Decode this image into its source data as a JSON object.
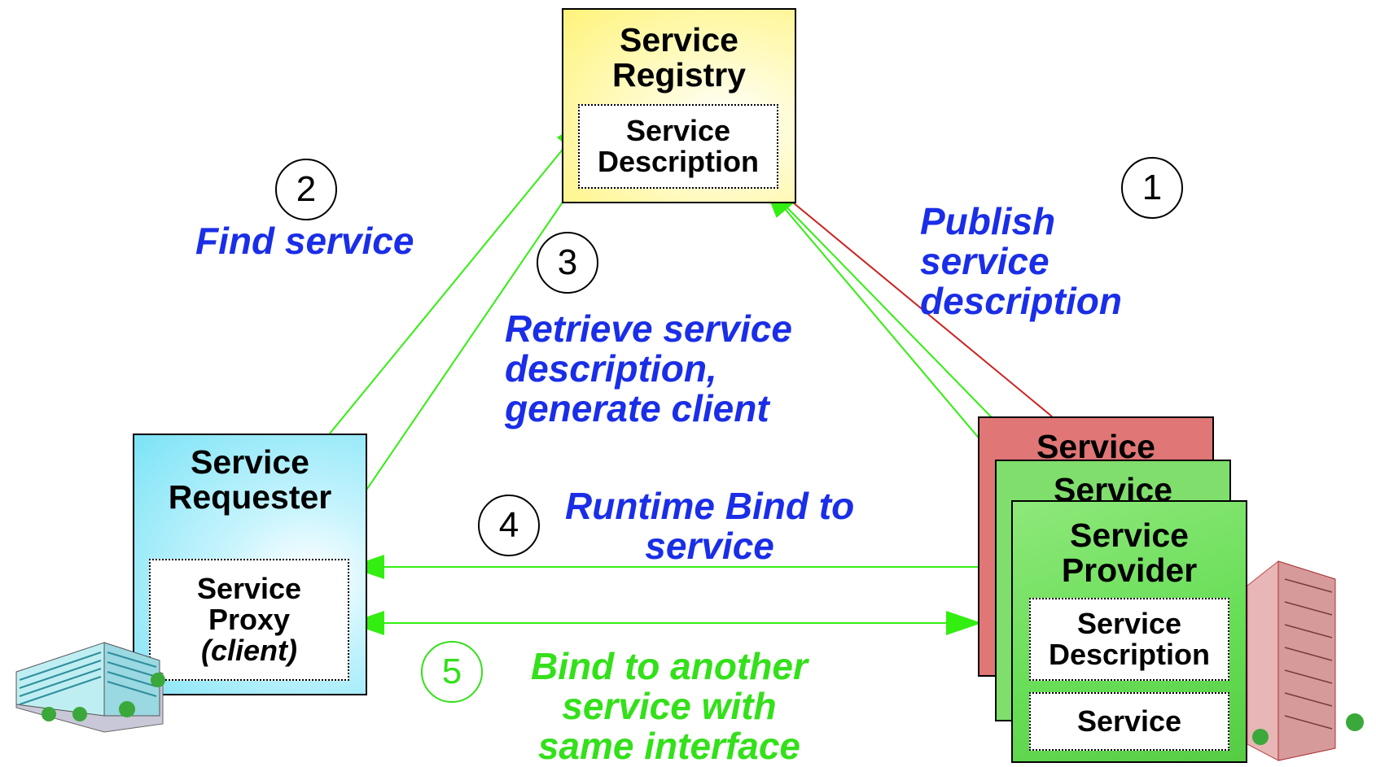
{
  "registry": {
    "title_line1": "Service",
    "title_line2": "Registry",
    "inner_line1": "Service",
    "inner_line2": "Description"
  },
  "requester": {
    "title_line1": "Service",
    "title_line2": "Requester",
    "inner_line1": "Service",
    "inner_line2": "Proxy",
    "inner_line3": "(client)"
  },
  "provider": {
    "back1_title": "Service",
    "back2_title": "Service",
    "front_title_line1": "Service",
    "front_title_line2": "Provider",
    "desc_line1": "Service",
    "desc_line2": "Description",
    "service_label": "Service"
  },
  "steps": [
    {
      "number": "1",
      "label_lines": [
        "Publish",
        "service",
        "description"
      ]
    },
    {
      "number": "2",
      "label_lines": [
        "Find service"
      ]
    },
    {
      "number": "3",
      "label_lines": [
        "Retrieve service",
        "description,",
        "generate client"
      ]
    },
    {
      "number": "4",
      "label_lines": [
        "Runtime Bind to",
        "service"
      ]
    },
    {
      "number": "5",
      "label_lines": [
        "Bind to another",
        "service with",
        "same interface"
      ]
    }
  ],
  "colors": {
    "label_blue": "#1a2ee8",
    "label_green": "#33e01a",
    "arrow_green": "#33ee11",
    "arrow_red": "#cc2222",
    "registry_fill": "#fff9a0",
    "requester_fill": "#8ee8f8",
    "provider_back_fill": "#e07070",
    "provider_front_fill": "#66dd55"
  }
}
